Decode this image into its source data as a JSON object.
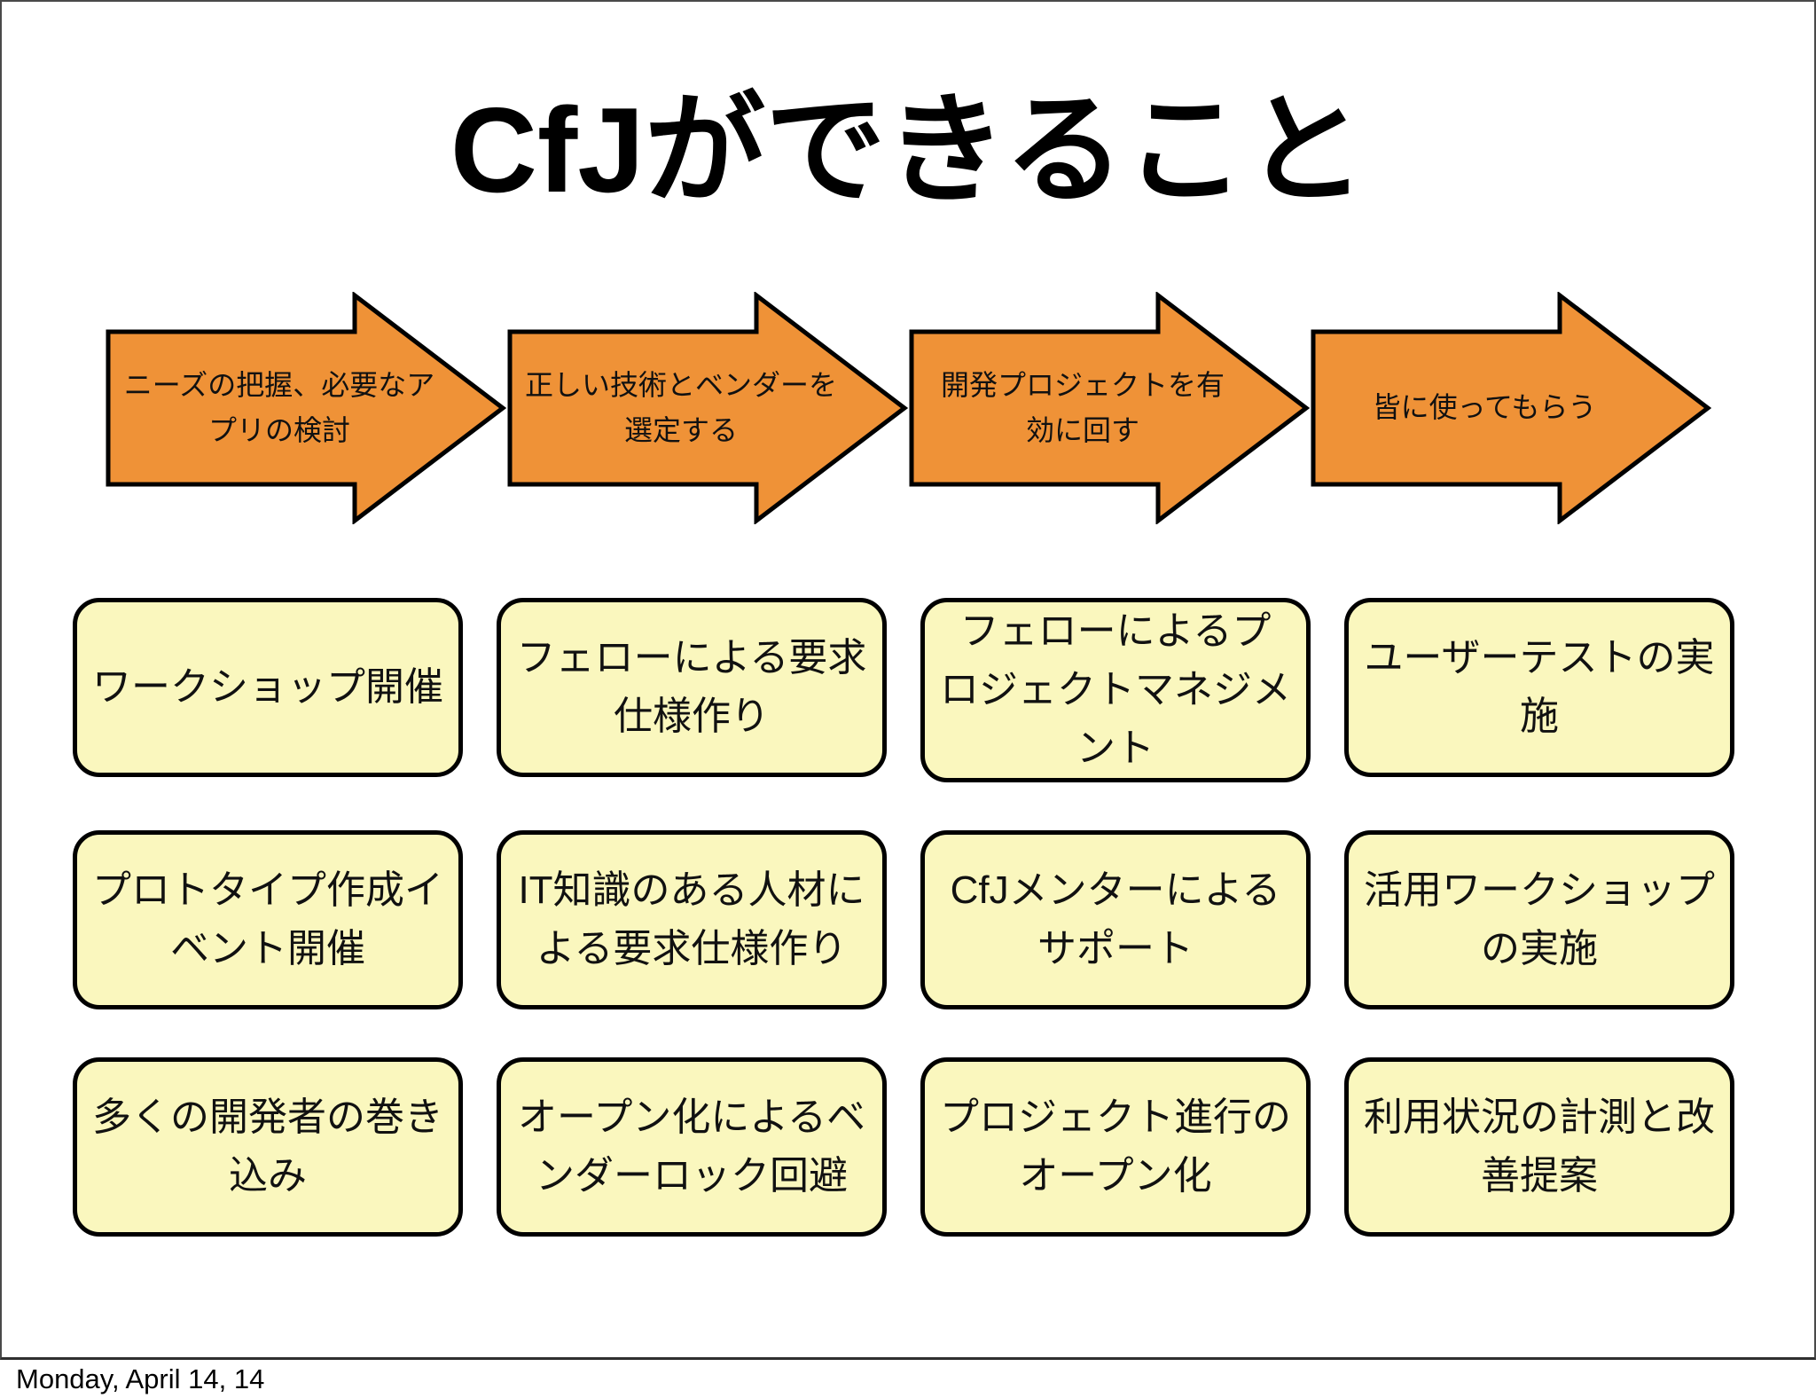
{
  "title": "CfJができること",
  "colors": {
    "arrow_fill": "#ef9237",
    "box_fill": "#faf7be",
    "outline": "#000000",
    "frame_border": "#4a4a4a"
  },
  "steps": [
    {
      "arrow_label": "ニーズの把握、必要なア\nプリの検討",
      "boxes": [
        "ワークショップ開催",
        "プロトタイプ作成イ\nベント開催",
        "多くの開発者の巻き\n込み"
      ]
    },
    {
      "arrow_label": "正しい技術とベンダーを\n選定する",
      "boxes": [
        "フェローによる要求\n仕様作り",
        "IT知識のある人材に\nよる要求仕様作り",
        "オープン化によるベ\nンダーロック回避"
      ]
    },
    {
      "arrow_label": "開発プロジェクトを有\n効に回す",
      "boxes": [
        "フェローによるプ\nロジェクトマネジメ\nント",
        "CfJメンターによる\nサポート",
        "プロジェクト進行の\nオープン化"
      ]
    },
    {
      "arrow_label": "皆に使ってもらう",
      "boxes": [
        "ユーザーテストの実\n施",
        "活用ワークショップ\nの実施",
        "利用状況の計測と改\n善提案"
      ]
    }
  ],
  "footer": {
    "date": "Monday, April 14, 14"
  }
}
